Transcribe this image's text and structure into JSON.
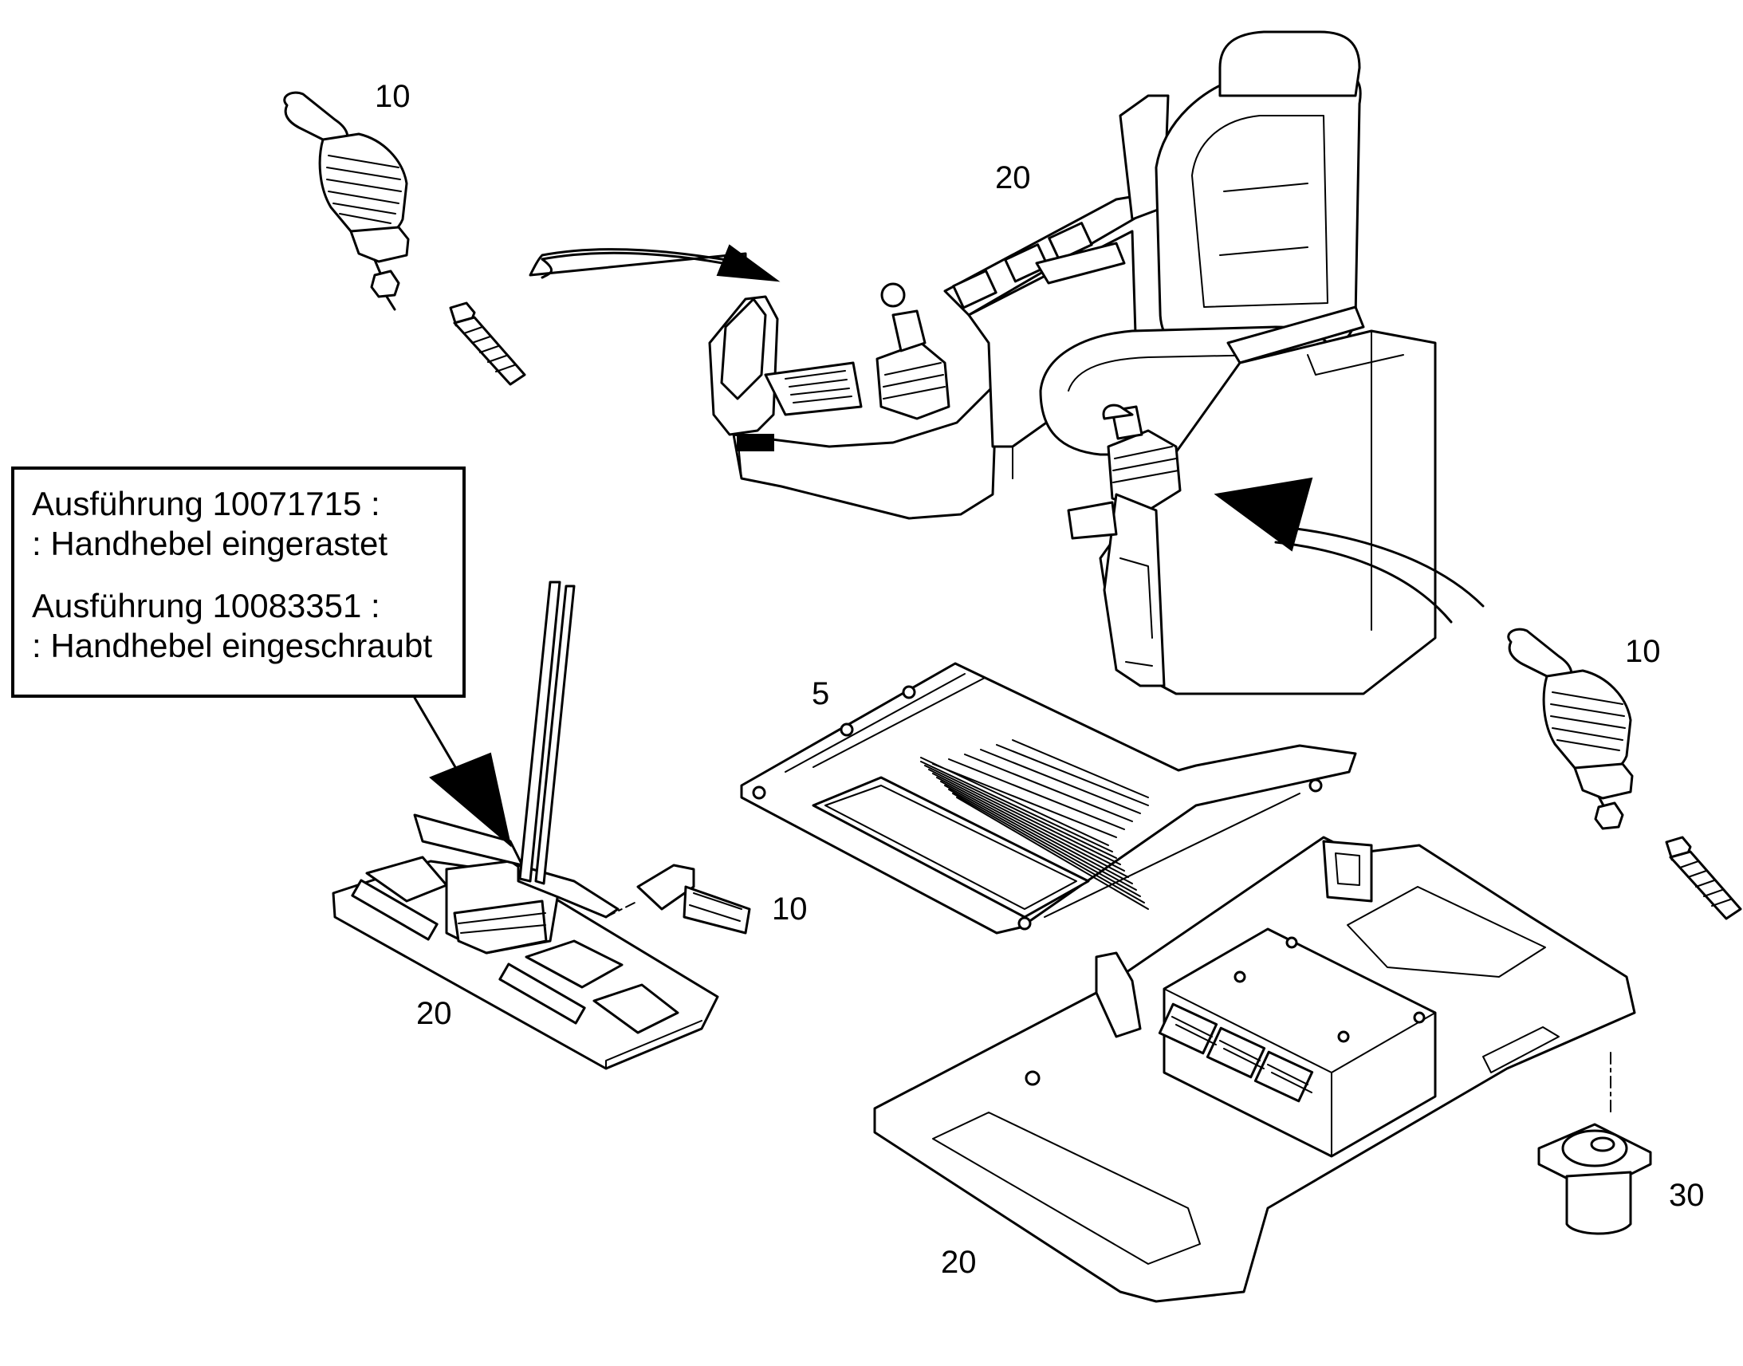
{
  "callouts": {
    "label_10_top": "10",
    "label_20_seat": "20",
    "label_10_right": "10",
    "label_5": "5",
    "label_10_valve": "10",
    "label_20_console": "20",
    "label_20_floor": "20",
    "label_30": "30"
  },
  "note": {
    "line1": "Ausführung 10071715 :",
    "line2": ": Handhebel eingerastet",
    "line3": "Ausführung 10083351 :",
    "line4": ": Handhebel eingeschraubt"
  },
  "colors": {
    "ink": "#000000",
    "paper": "#ffffff"
  },
  "icons": {
    "joystick_left": "joystick-icon",
    "joystick_right": "joystick-icon",
    "seat": "operator-seat-icon",
    "floor_plate": "floor-plate-icon",
    "base_frame": "base-frame-icon",
    "damper": "damper-icon",
    "console": "lever-console-icon"
  }
}
